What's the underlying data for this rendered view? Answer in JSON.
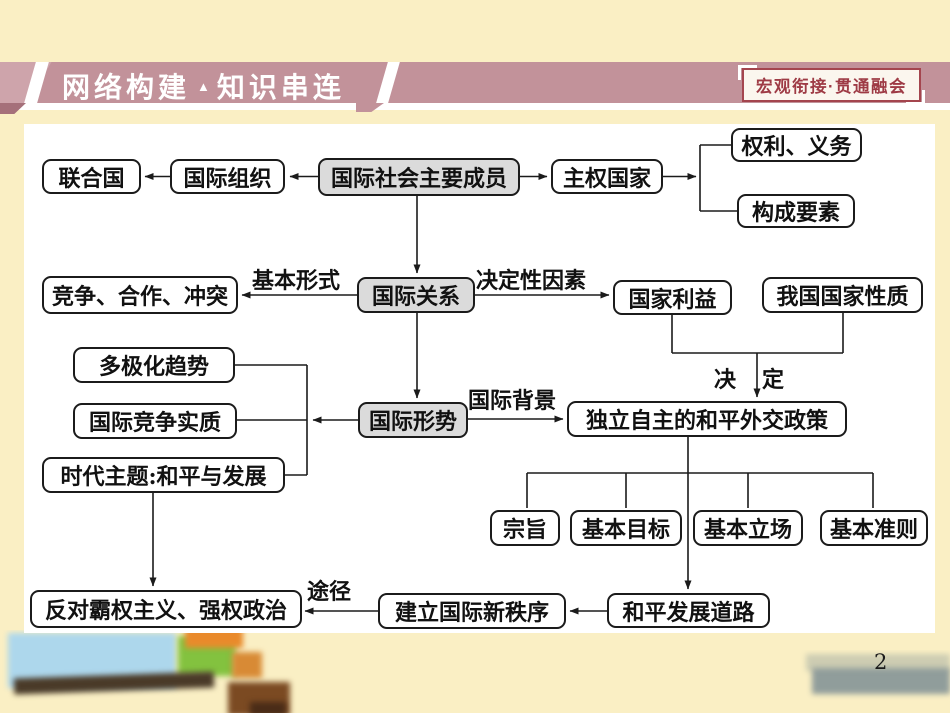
{
  "header": {
    "title_left": "网络构建",
    "title_separator": "▲",
    "title_right": "知识串连",
    "badge": "宏观衔接·贯通融会"
  },
  "footer": {
    "page_number": "2"
  },
  "colors": {
    "background": "#FAEFC4",
    "ribbon": "#C2929A",
    "ribbon_fold": "#CEA4AB",
    "badge_text": "#9E3B45",
    "node_border": "#1B1B1B",
    "node_gray_fill": "#DBDBDB",
    "panel": "#FFFFFF"
  },
  "diagram": {
    "nodes": [
      {
        "id": "united-nations",
        "label": "联合国",
        "style": "white"
      },
      {
        "id": "international-organizations",
        "label": "国际组织",
        "style": "white"
      },
      {
        "id": "main-members-of-international-society",
        "label": "国际社会主要成员",
        "style": "gray"
      },
      {
        "id": "sovereign-states",
        "label": "主权国家",
        "style": "white"
      },
      {
        "id": "rights-and-obligations",
        "label": "权利、义务",
        "style": "white"
      },
      {
        "id": "constituent-elements",
        "label": "构成要素",
        "style": "white"
      },
      {
        "id": "competition-cooperation-conflict",
        "label": "竞争、合作、冲突",
        "style": "white"
      },
      {
        "id": "international-relations",
        "label": "国际关系",
        "style": "gray"
      },
      {
        "id": "national-interests",
        "label": "国家利益",
        "style": "white"
      },
      {
        "id": "nature-of-our-state",
        "label": "我国国家性质",
        "style": "white"
      },
      {
        "id": "multipolarization-trend",
        "label": "多极化趋势",
        "style": "white"
      },
      {
        "id": "essence-of-international-competition",
        "label": "国际竞争实质",
        "style": "white"
      },
      {
        "id": "theme-of-the-times",
        "label": "时代主题:和平与发展",
        "style": "white"
      },
      {
        "id": "international-situation",
        "label": "国际形势",
        "style": "gray"
      },
      {
        "id": "independent-peaceful-foreign-policy",
        "label": "独立自主的和平外交政策",
        "style": "white"
      },
      {
        "id": "purpose",
        "label": "宗旨",
        "style": "white"
      },
      {
        "id": "basic-goal",
        "label": "基本目标",
        "style": "white"
      },
      {
        "id": "basic-stand",
        "label": "基本立场",
        "style": "white"
      },
      {
        "id": "basic-principle",
        "label": "基本准则",
        "style": "white"
      },
      {
        "id": "oppose-hegemonism-power-politics",
        "label": "反对霸权主义、强权政治",
        "style": "white"
      },
      {
        "id": "establish-new-international-order",
        "label": "建立国际新秩序",
        "style": "white"
      },
      {
        "id": "peaceful-development-path",
        "label": "和平发展道路",
        "style": "white"
      }
    ],
    "edge_labels": {
      "basic_form": "基本形式",
      "deciding_factor": "决定性因素",
      "international_background": "国际背景",
      "decide_left": "决",
      "decide_right": "定",
      "approach": "途径"
    }
  }
}
